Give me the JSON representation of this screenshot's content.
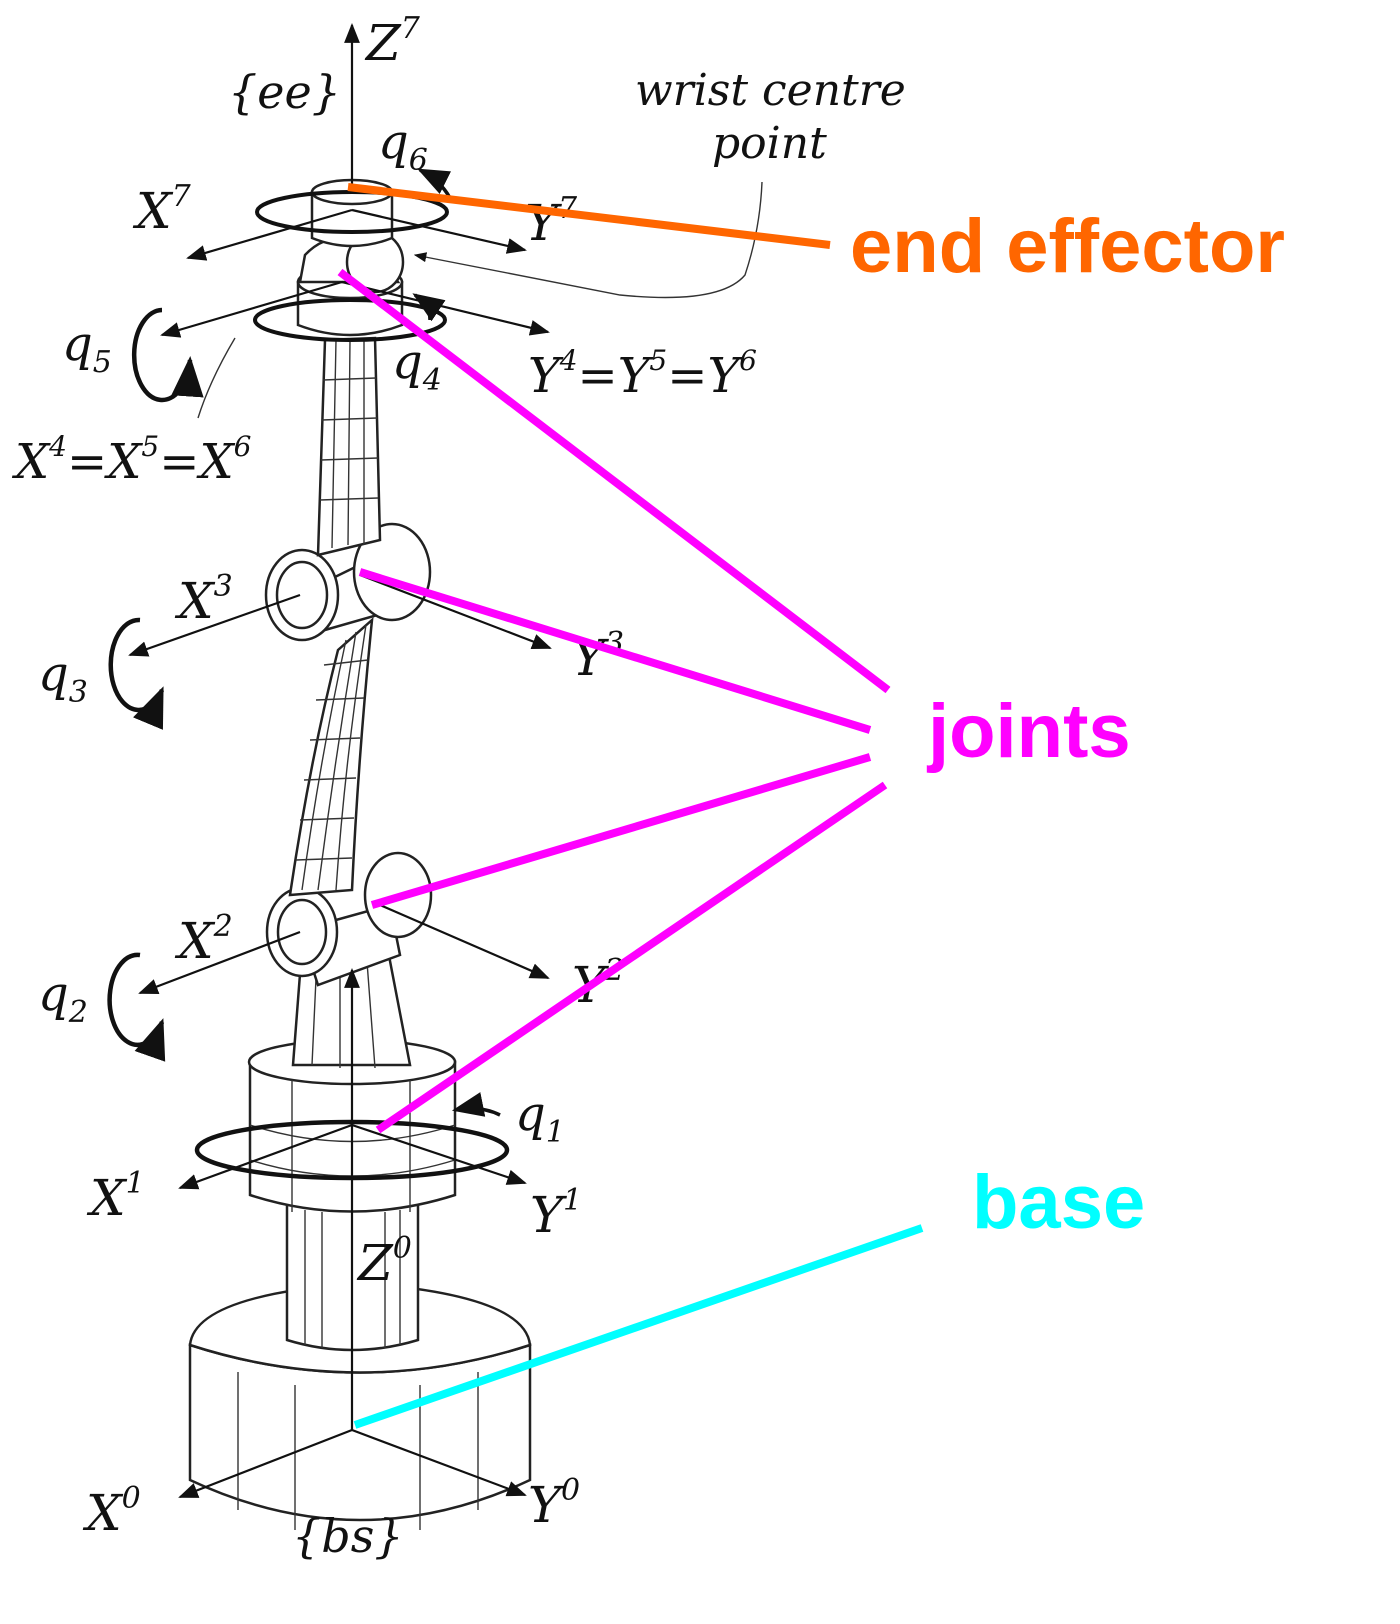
{
  "diagram": {
    "frames": {
      "ee": "{ee}",
      "bs": "{bs}"
    },
    "annotation": {
      "wrist_line1": "wrist centre",
      "wrist_line2": "point"
    },
    "axes": {
      "z7": {
        "base": "Z",
        "sup": "7"
      },
      "x7": {
        "base": "X",
        "sup": "7"
      },
      "y7": {
        "base": "Y",
        "sup": "7"
      },
      "y456": {
        "b1": "Y",
        "s1": "4",
        "b2": "=Y",
        "s2": "5",
        "b3": "=Y",
        "s3": "6"
      },
      "x456": {
        "b1": "X",
        "s1": "4",
        "b2": "=X",
        "s2": "5",
        "b3": "=X",
        "s3": "6"
      },
      "x3": {
        "base": "X",
        "sup": "3"
      },
      "y3": {
        "base": "Y",
        "sup": "3"
      },
      "x2": {
        "base": "X",
        "sup": "2"
      },
      "y2": {
        "base": "Y",
        "sup": "2"
      },
      "x1": {
        "base": "X",
        "sup": "1"
      },
      "y1": {
        "base": "Y",
        "sup": "1"
      },
      "z0": {
        "base": "Z",
        "sup": "0"
      },
      "x0": {
        "base": "X",
        "sup": "0"
      },
      "y0": {
        "base": "Y",
        "sup": "0"
      }
    },
    "joint_vars": {
      "q1": {
        "base": "q",
        "sub": "1"
      },
      "q2": {
        "base": "q",
        "sub": "2"
      },
      "q3": {
        "base": "q",
        "sub": "3"
      },
      "q4": {
        "base": "q",
        "sub": "4"
      },
      "q5": {
        "base": "q",
        "sub": "5"
      },
      "q6": {
        "base": "q",
        "sub": "6"
      }
    },
    "callouts": {
      "end_effector": {
        "label": "end effector",
        "color": "#FF6600"
      },
      "joints": {
        "label": "joints",
        "color": "#FF00FF"
      },
      "base": {
        "label": "base",
        "color": "#00FFFF"
      }
    }
  }
}
